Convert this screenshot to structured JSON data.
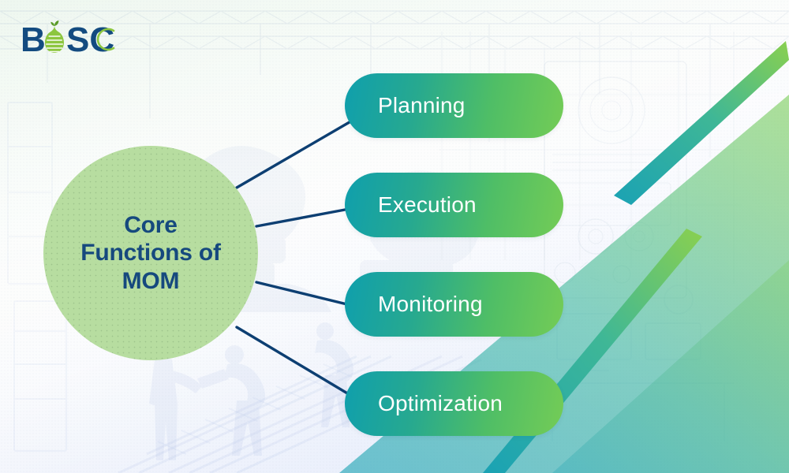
{
  "brand": {
    "logo_text_before": "B",
    "logo_icon": "pear-icon",
    "logo_text_after": "SC",
    "logo_full": "BOSC",
    "logo_navy": "#134b80",
    "logo_green": "#8cc63f"
  },
  "center": {
    "title": "Core\nFunctions of\nMOM",
    "title_plain": "Core Functions of MOM",
    "circle_color": "#b7dda0",
    "text_color": "#16497e"
  },
  "theme": {
    "pill_gradient_start": "#0f9fad",
    "pill_gradient_end": "#74cc56",
    "connector_color": "#0d3f72",
    "background_top": "#eef7ef",
    "background_bottom": "#e3eafb",
    "accent_teal": "#1aa2b4",
    "accent_green": "#78cc53"
  },
  "nodes": [
    {
      "id": "planning",
      "label": "Planning"
    },
    {
      "id": "execution",
      "label": "Execution"
    },
    {
      "id": "monitoring",
      "label": "Monitoring"
    },
    {
      "id": "optimization",
      "label": "Optimization"
    }
  ],
  "chart_data": {
    "type": "diagram",
    "diagram_kind": "radial-hub-and-spoke",
    "title": "Core Functions of MOM",
    "hub": "Core Functions of MOM",
    "spokes": [
      "Planning",
      "Execution",
      "Monitoring",
      "Optimization"
    ],
    "spoke_count": 4,
    "legend": [],
    "annotations": []
  }
}
